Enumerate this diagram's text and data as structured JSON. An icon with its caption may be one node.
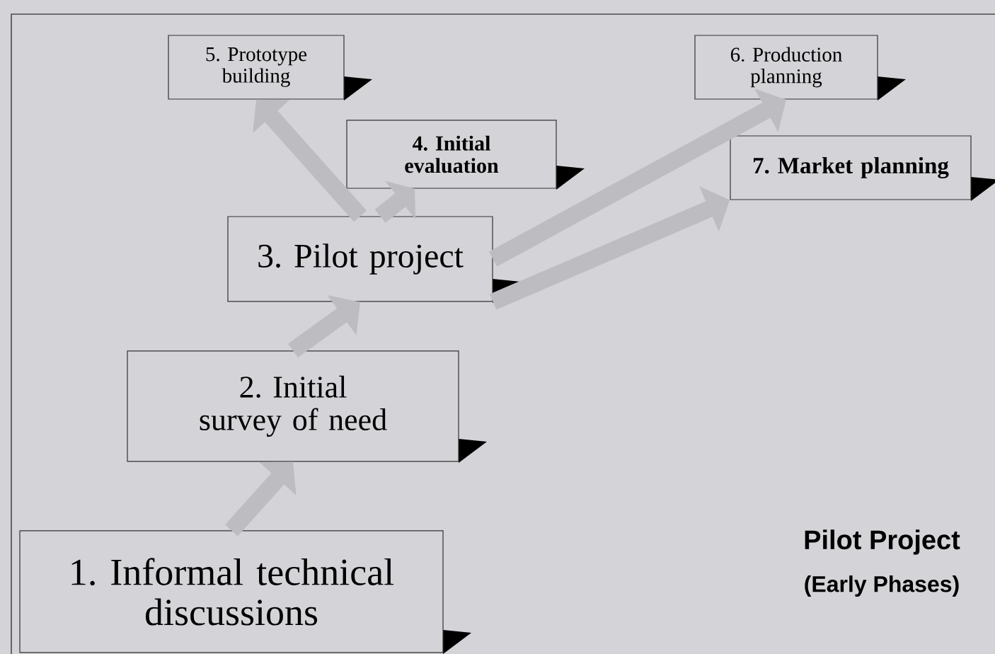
{
  "diagram": {
    "nodes": [
      {
        "text": [
          "1. Informal technical discussions"
        ]
      },
      {
        "text": [
          "2. Initial survey of need"
        ]
      },
      {
        "text": [
          "3. Pilot project"
        ]
      },
      {
        "text": [
          "4. Initial evaluation"
        ]
      },
      {
        "text": [
          "5. Prototype building"
        ]
      },
      {
        "text": [
          "6. Production planning"
        ]
      },
      {
        "text": [
          "7. Market planning"
        ]
      }
    ],
    "edges": [
      {
        "from": 0,
        "to": 1,
        "arrow": "to"
      },
      {
        "from": 1,
        "to": 2,
        "arrow": "to"
      },
      {
        "from": 2,
        "to": 4,
        "arrow": "to"
      },
      {
        "from": 2,
        "to": 3,
        "arrow": "to"
      },
      {
        "from": 2,
        "to": 5,
        "arrow": "to"
      },
      {
        "from": 2,
        "to": 6,
        "arrow": "to"
      }
    ],
    "labels": [
      "Pilot Project",
      "(Early Phases)"
    ]
  }
}
